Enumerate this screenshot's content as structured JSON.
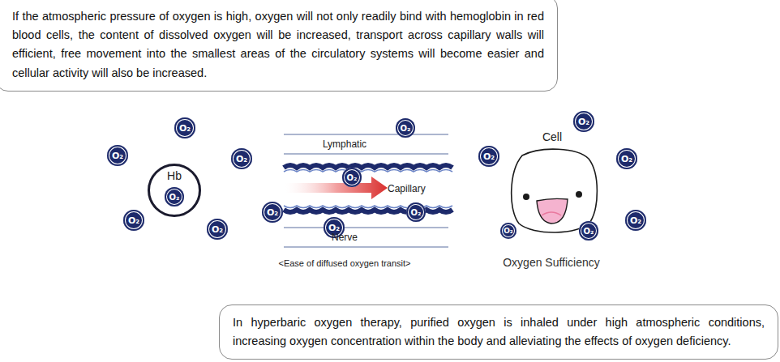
{
  "diagram": {
    "nodes": [
      {
        "text": [
          "If the atmospheric pressure of oxygen is high, oxygen will not only readily bind with hemoglobin in red blood cells, the content of dissolved oxygen will be increased, transport across capillary walls will efficient, free movement into the smallest areas of the circulatory systems will become easier and cellular activity will also be increased."
        ]
      },
      {
        "text": [
          "O₂"
        ]
      },
      {
        "text": [
          "O₂"
        ]
      },
      {
        "text": [
          "O₂"
        ]
      },
      {
        "text": [
          "Hb"
        ]
      },
      {
        "text": [
          "O₂"
        ],
        "in": 4
      },
      {
        "text": [
          "O₂"
        ]
      },
      {
        "text": [
          "O₂"
        ]
      },
      {
        "text": [
          "O₂"
        ]
      },
      {
        "text": [
          "O₂"
        ]
      },
      {
        "text": [
          "O₂"
        ]
      },
      {
        "text": [
          "O₂"
        ]
      },
      {
        "text": [
          "O₂"
        ]
      },
      {
        "text": [
          "O₂"
        ]
      },
      {
        "text": [
          "Cell"
        ]
      },
      {
        "text": [
          "O₂"
        ]
      },
      {
        "text": [
          "O₂"
        ]
      },
      {
        "text": [
          "O₂"
        ]
      },
      {
        "text": [
          "O₂"
        ]
      },
      {
        "text": [
          "O₂"
        ]
      },
      {
        "text": [
          "In hyperbaric oxygen therapy, purified oxygen is inhaled under high atmospheric conditions, increasing oxygen concentration within the body and alleviating the effects of oxygen deficiency."
        ]
      }
    ],
    "labels": [
      "Lymphatic",
      "Capillary",
      "Nerve",
      "<Ease of diffused oxygen transit>",
      "Oxygen Sufficiency"
    ]
  }
}
